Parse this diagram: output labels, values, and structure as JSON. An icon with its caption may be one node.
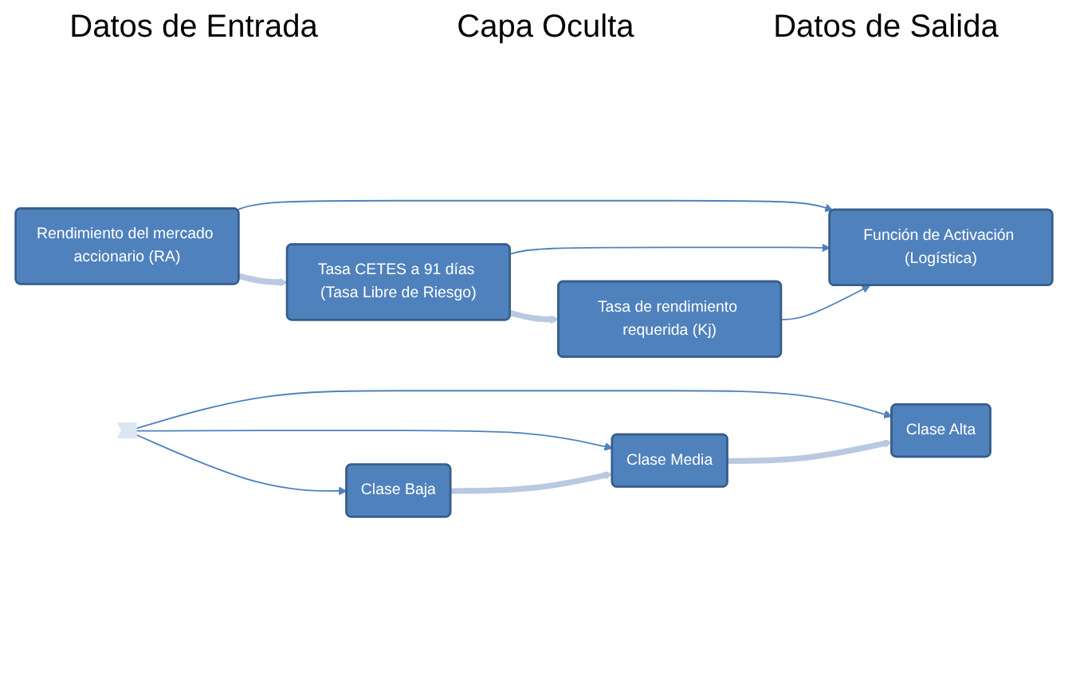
{
  "diagram": {
    "nodes": [
      {
        "text": [
          "Rendimiento del mercado accionario (RA)"
        ]
      },
      {
        "text": [
          "Tasa CETES a 91 días (Tasa Libre de Riesgo)"
        ]
      },
      {
        "text": [
          "Tasa de rendimiento requerida (Kj)"
        ]
      },
      {
        "text": [
          "Función de Activación (Logística)"
        ]
      },
      {
        "text": [],
        "shape": "arrow"
      },
      {
        "text": [
          "Clase Baja"
        ]
      },
      {
        "text": [
          "Clase Media"
        ]
      },
      {
        "text": [
          "Clase Alta"
        ]
      }
    ],
    "edges": [
      {
        "from": 0,
        "to": 1,
        "arrow": "to",
        "style": "thick",
        "color": "#b9c9e1"
      },
      {
        "from": 1,
        "to": 2,
        "arrow": "to",
        "style": "thick",
        "color": "#b9c9e1"
      },
      {
        "from": 0,
        "to": 3,
        "arrow": "to"
      },
      {
        "from": 1,
        "to": 3,
        "arrow": "to"
      },
      {
        "from": 2,
        "to": 3,
        "arrow": "to"
      },
      {
        "from": 4,
        "to": 5,
        "arrow": "to"
      },
      {
        "from": 4,
        "to": 6,
        "arrow": "to"
      },
      {
        "from": 4,
        "to": 7,
        "arrow": "to"
      },
      {
        "from": 5,
        "to": 6,
        "arrow": "to",
        "style": "thick",
        "color": "#b9c9e1"
      },
      {
        "from": 6,
        "to": 7,
        "arrow": "to",
        "style": "thick",
        "color": "#b9c9e1"
      }
    ],
    "labels": [
      "Datos de Entrada",
      "Capa Oculta",
      "Datos de Salida"
    ]
  }
}
